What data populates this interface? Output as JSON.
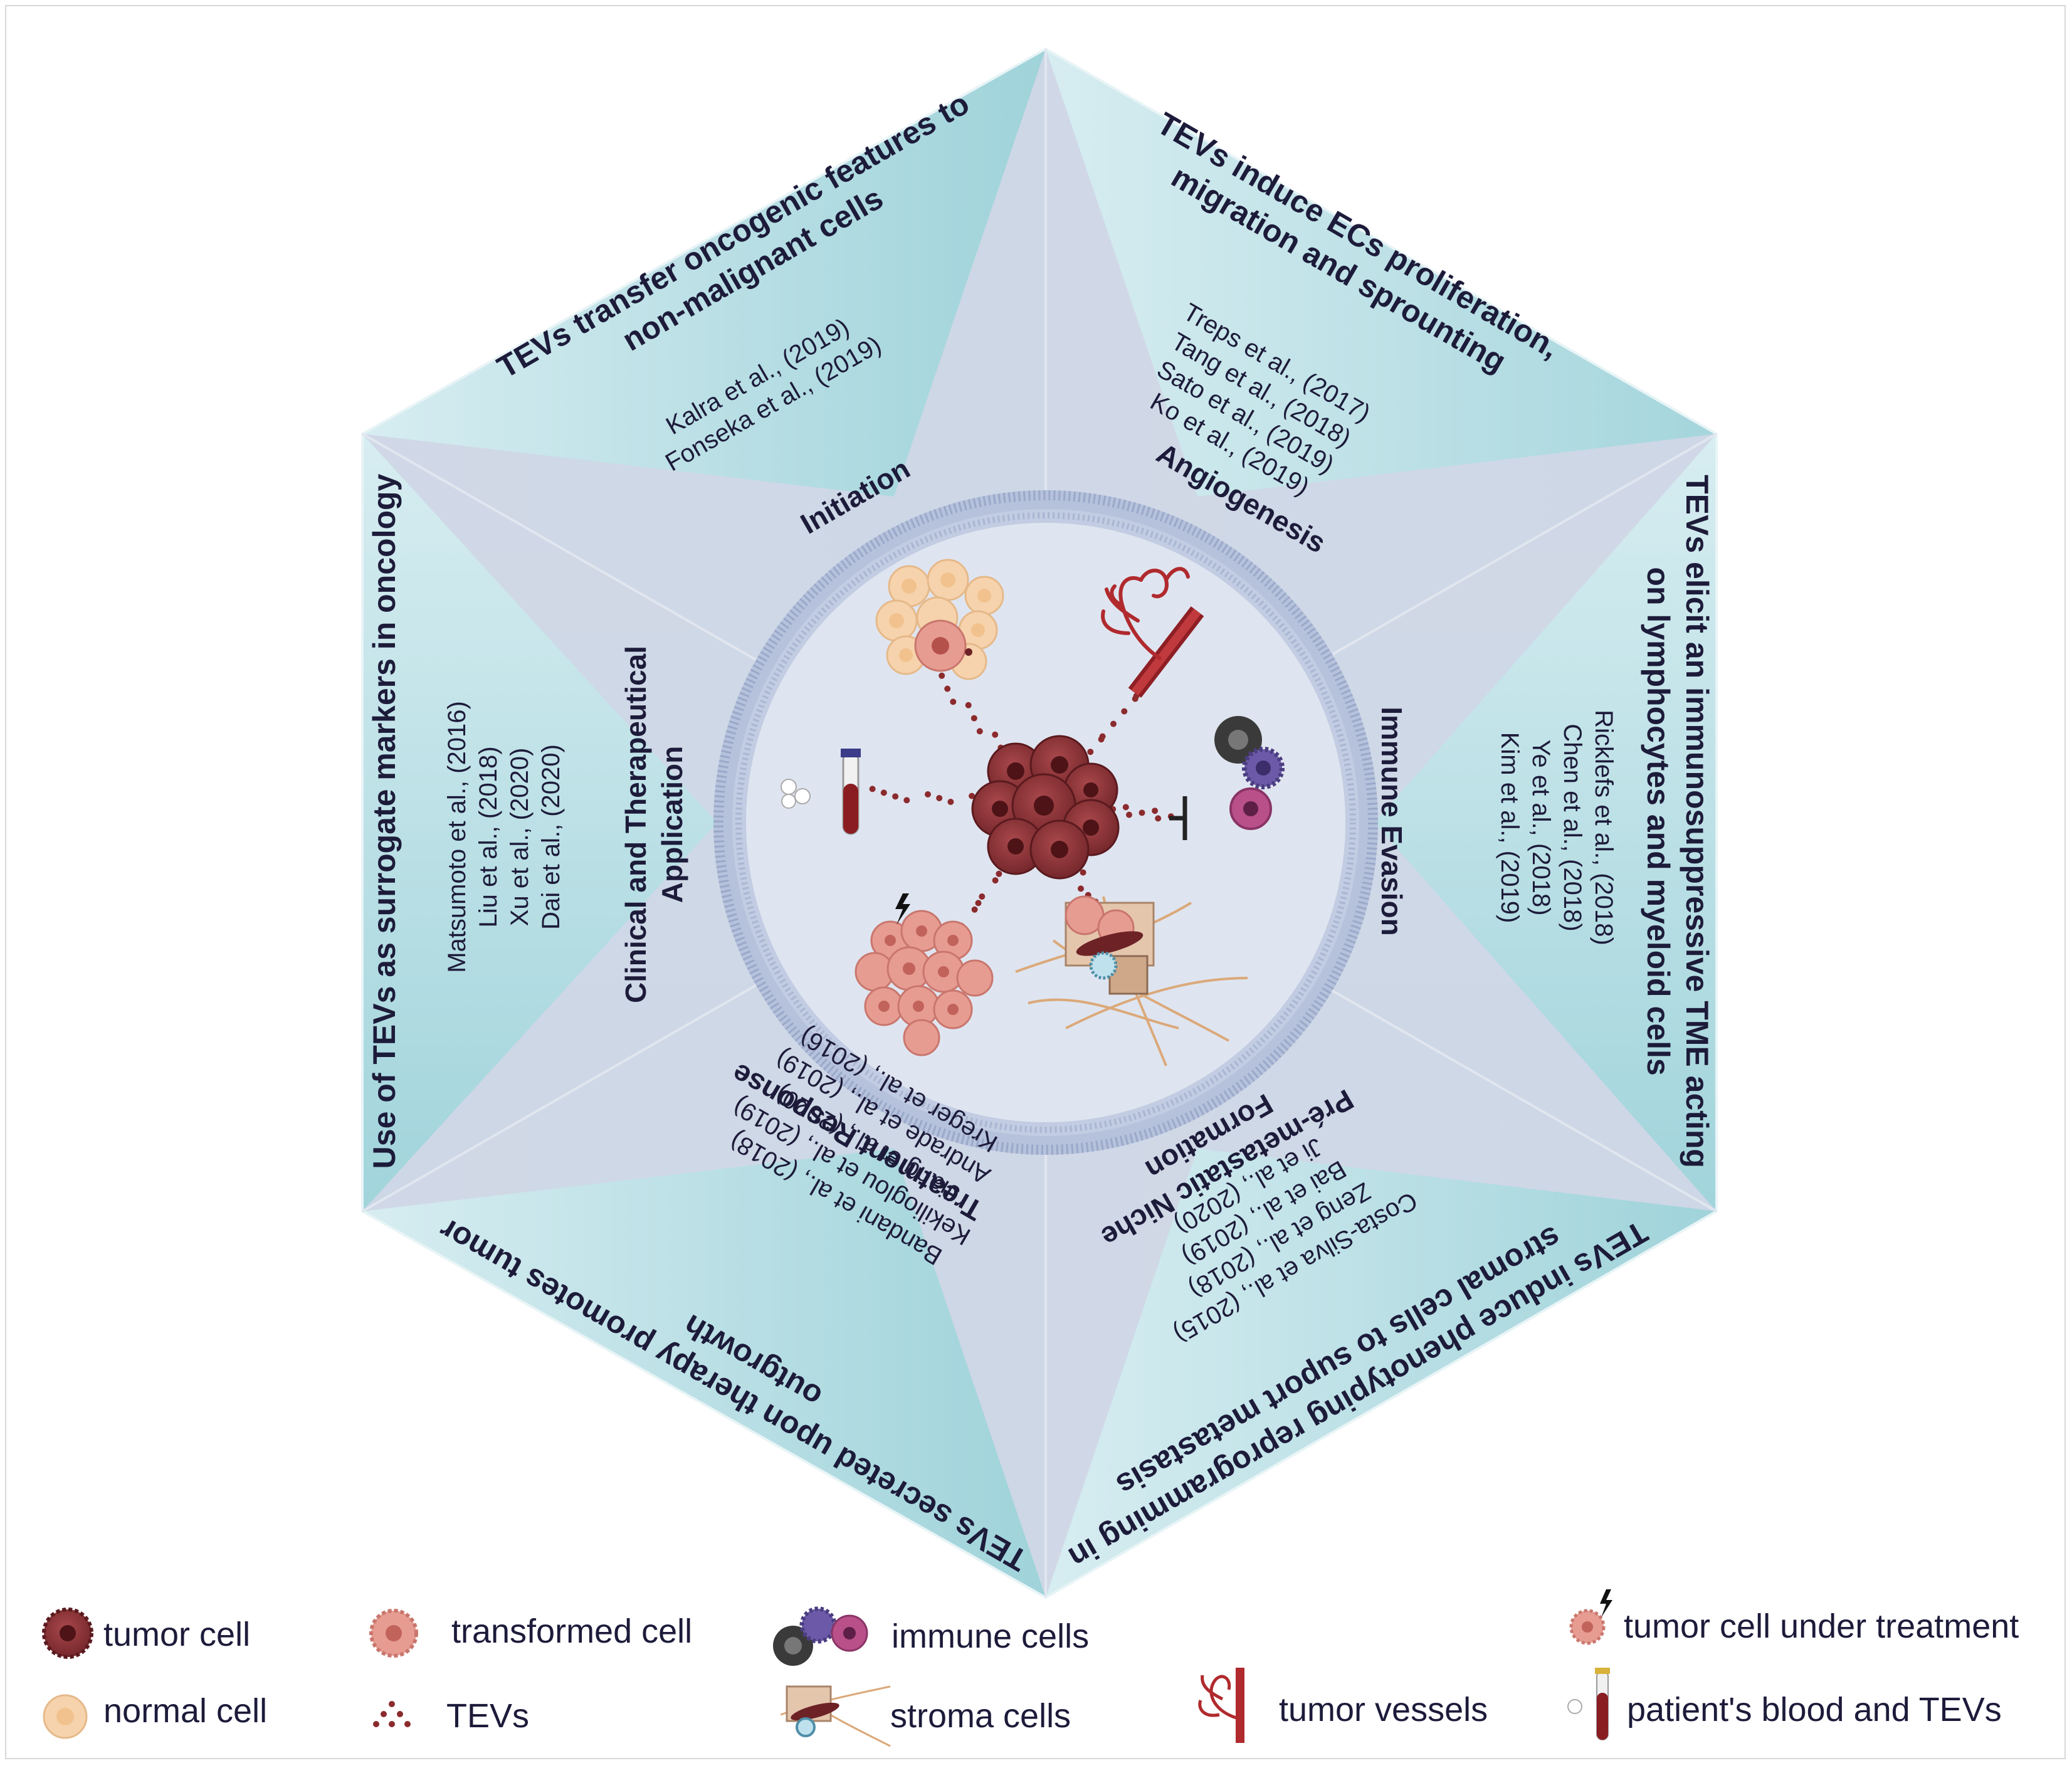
{
  "sections": {
    "initiation": {
      "header_lines": [
        "TEVs transfer oncogenic features to",
        "non-malignant cells"
      ],
      "refs": [
        "Kalra et al., (2019)",
        "Fonseka et al., (2019)"
      ],
      "label": "Initiation"
    },
    "angiogenesis": {
      "header_lines": [
        "TEVs induce  ECs proliferation,",
        "migration and sprounting"
      ],
      "refs": [
        "Treps et al., (2017)",
        "Tang et al., (2018)",
        "Sato et al., (2019)",
        "Ko et al., (2019)"
      ],
      "label": "Angiogenesis"
    },
    "immune": {
      "header_lines": [
        "TEVs elicit an immunosuppressive TME acting",
        "on lymphocytes and myeloid cells"
      ],
      "refs": [
        "Ricklefs et al., (2018)",
        "Chen et al., (2018)",
        "Ye et al., (2018)",
        "Kim et al., (2019)"
      ],
      "label": "Immune Evasion"
    },
    "premetastatic": {
      "header_lines": [
        "TEVs induce phenotyping reprogramming in",
        "stromal cells to suport metastasis"
      ],
      "refs": [
        "Costa-Silva et al., (2015)",
        "Zeng et al., (2018)",
        "Bai et al., (2019)",
        "Ji et al., (2020)"
      ],
      "label_lines": [
        "Pré-metastatic Niche",
        "Formation"
      ]
    },
    "treatment": {
      "header_lines": [
        "TEVs secreted upon therapy promotes tumor",
        "outgrowth"
      ],
      "refs": [
        "Bandani et al., (2018)",
        "Kekilioglou et al., (2019)",
        "Jiang et al., (2020)",
        "Andrade et al., (2019)",
        "Kreger et al., (2016)"
      ],
      "label": "Treatment Response"
    },
    "clinical": {
      "header": "Use of TEVs as surrogate markers in oncology",
      "refs": [
        "Matsumoto et al., (2016)",
        "Liu et al., (2018)",
        "Xu et al., (2020)",
        "Dai et al., (2020)"
      ],
      "label_lines": [
        "Clinical and Therapeutical",
        "Application"
      ]
    }
  },
  "legend": {
    "tumor_cell": "tumor cell",
    "normal_cell": "normal cell",
    "transformed_cell": "transformed cell",
    "tevs": "TEVs",
    "immune_cells": "immune cells",
    "stroma_cells": "stroma cells",
    "tumor_vessels": "tumor vessels",
    "treated_cell": "tumor cell under treatment",
    "patient_blood": "patient's blood and TEVs"
  },
  "colors": {
    "hex_light": "#d4ebef",
    "hex_teal": "#a8d7de",
    "star": "#d0d7e6",
    "circle_fill": "#dfe5f0",
    "circle_ring": "#a9b6d3",
    "tumor": "#8e3a3e",
    "normal": "#f6d3ac",
    "transformed": "#e79c92",
    "tev_dot": "#8b2b2e"
  }
}
